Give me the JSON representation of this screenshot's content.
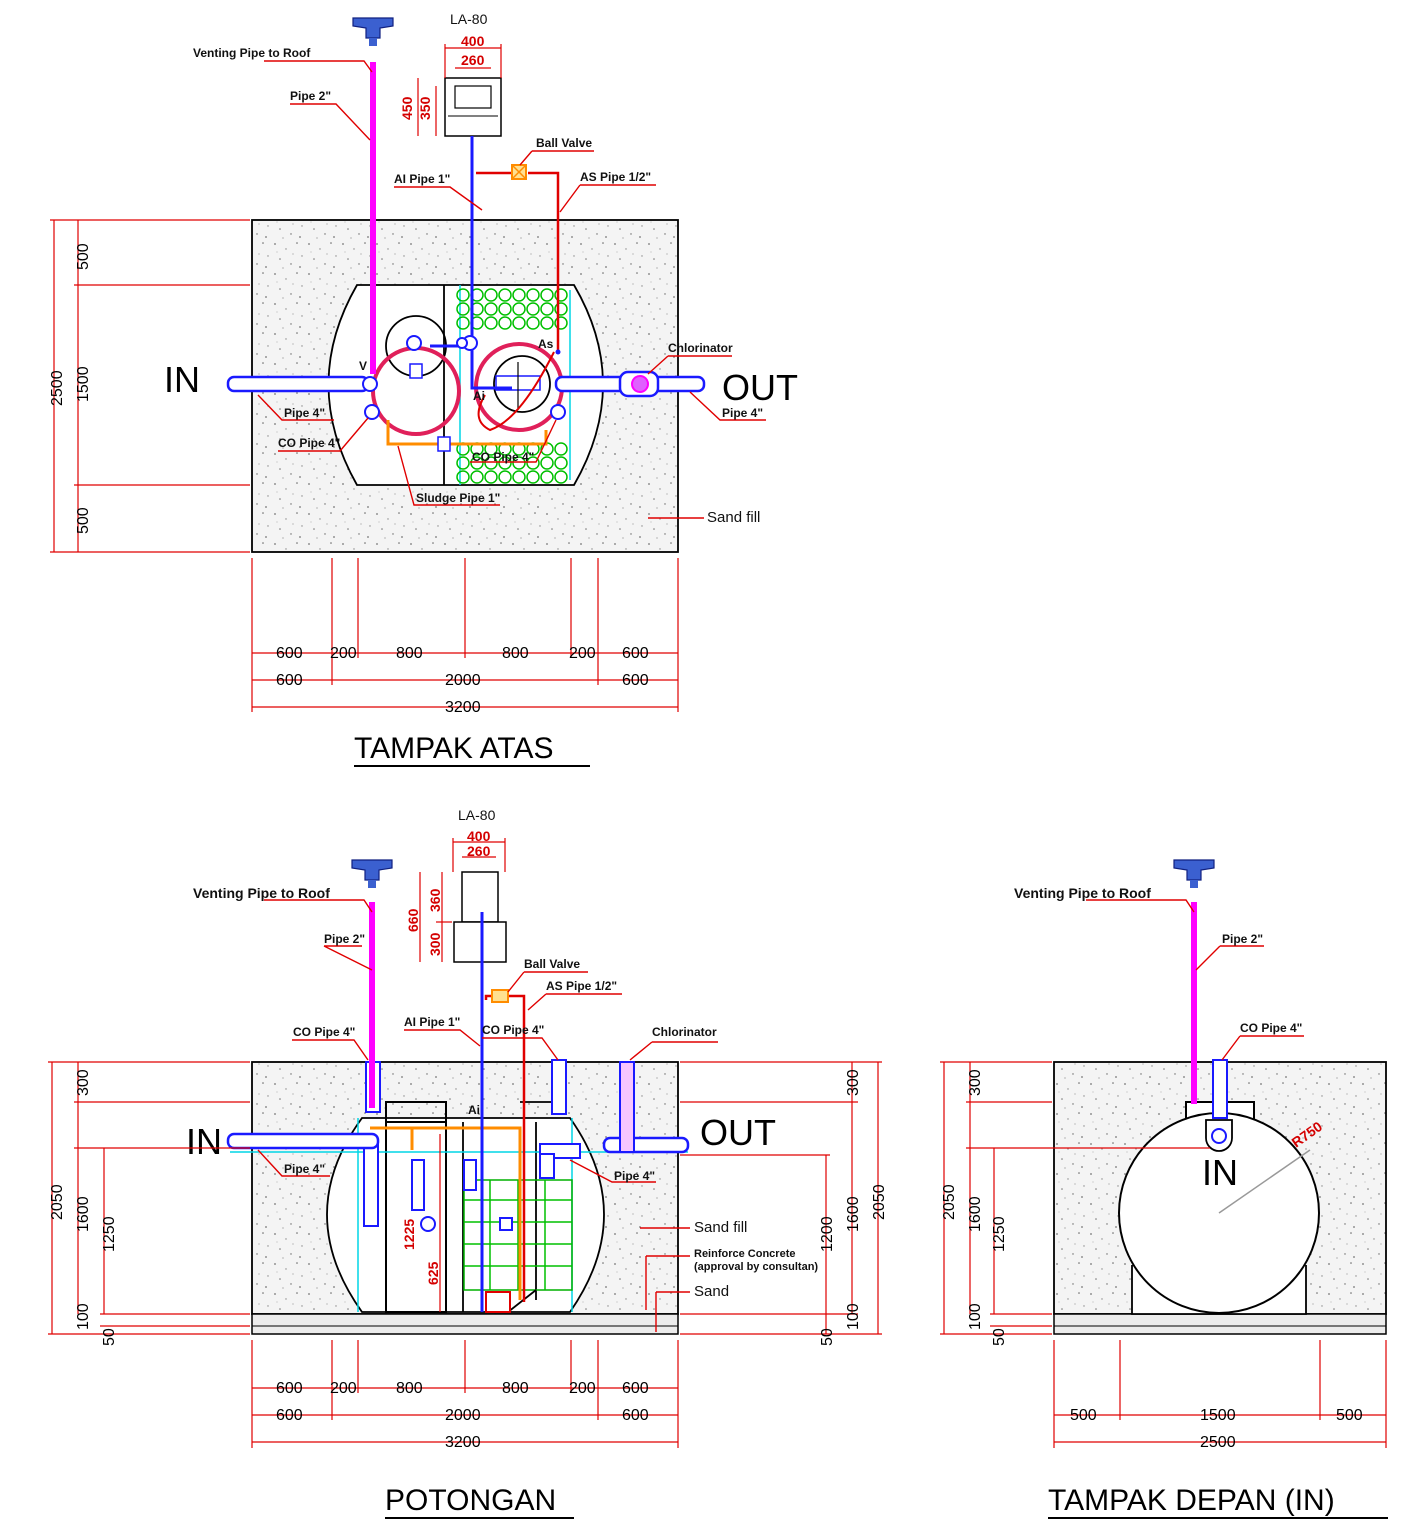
{
  "top_view": {
    "title": "TAMPAK ATAS",
    "blower": {
      "model": "LA-80",
      "width_outer": "400",
      "width_inner": "260",
      "height_outer": "450",
      "height_inner": "350"
    },
    "in_label": "IN",
    "out_label": "OUT",
    "marks": {
      "v": "V",
      "as": "As",
      "ai": "Ai"
    },
    "labels": {
      "venting": "Venting Pipe to Roof",
      "pipe2": "Pipe 2\"",
      "ai_pipe": "AI Pipe 1\"",
      "ball_valve": "Ball Valve",
      "as_pipe": "AS Pipe 1/2\"",
      "chlorinator": "Chlorinator",
      "pipe4_in": "Pipe 4\"",
      "pipe4_out": "Pipe 4\"",
      "co_pipe_left": "CO Pipe 4\"",
      "co_pipe_mid": "CO Pipe 4\"",
      "sludge": "Sludge Pipe 1\"",
      "sand_fill": "Sand fill"
    },
    "dims_left": [
      "500",
      "1500",
      "500"
    ],
    "dim_total_left": "2500",
    "dims_row1": [
      "600",
      "200",
      "800",
      "800",
      "200",
      "600"
    ],
    "dims_row2": [
      "600",
      "2000",
      "600"
    ],
    "dim_total": "3200"
  },
  "section": {
    "title": "POTONGAN",
    "blower": {
      "model": "LA-80",
      "width_outer": "400",
      "width_inner": "260",
      "height_total": "660",
      "height_top": "360",
      "height_bottom": "300"
    },
    "in_label": "IN",
    "out_label": "OUT",
    "marks": {
      "ai": "Ai"
    },
    "labels": {
      "venting": "Venting Pipe to Roof",
      "pipe2": "Pipe 2\"",
      "ball_valve": "Ball Valve",
      "as_pipe": "AS Pipe 1/2\"",
      "ai_pipe": "AI Pipe 1\"",
      "co_pipe_left": "CO Pipe 4\"",
      "co_pipe_mid": "CO Pipe 4\"",
      "chlorinator": "Chlorinator",
      "pipe4_in": "Pipe 4\"",
      "pipe4_out": "Pipe 4\"",
      "sand_fill": "Sand fill",
      "reinforce1": "Reinforce Concrete",
      "reinforce2": "(approval by consultan)",
      "sand": "Sand"
    },
    "inner_dims": [
      "1225",
      "625"
    ],
    "dims_left": {
      "d300": "300",
      "d1600": "1600",
      "d2050": "2050",
      "d1250": "1250",
      "d100": "100",
      "d50": "50"
    },
    "dims_right": {
      "d300": "300",
      "d1600": "1600",
      "d2050": "2050",
      "d1200": "1200",
      "d100": "100",
      "d50": "50"
    },
    "dims_row1": [
      "600",
      "200",
      "800",
      "800",
      "200",
      "600"
    ],
    "dims_row2": [
      "600",
      "2000",
      "600"
    ],
    "dim_total": "3200"
  },
  "front_view": {
    "title": "TAMPAK DEPAN (IN)",
    "in_label": "IN",
    "radius": "R750",
    "labels": {
      "venting": "Venting Pipe to Roof",
      "pipe2": "Pipe 2\"",
      "co_pipe": "CO Pipe 4\""
    },
    "dims_left": {
      "d300": "300",
      "d1600": "1600",
      "d2050": "2050",
      "d1250": "1250",
      "d100": "100",
      "d50": "50"
    },
    "dims_row": [
      "500",
      "1500",
      "500"
    ],
    "dim_total": "2500"
  }
}
